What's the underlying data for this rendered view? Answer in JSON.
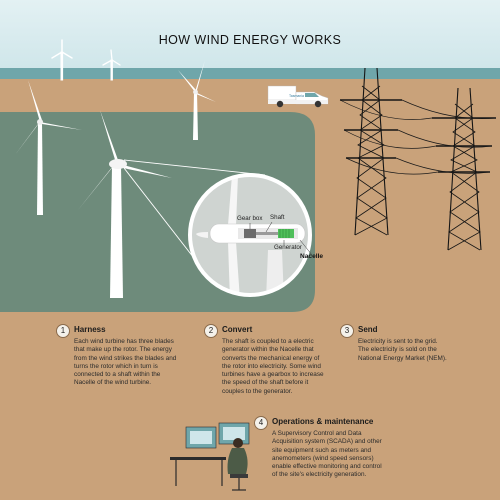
{
  "header": {
    "title": "HOW WIND ENERGY WORKS"
  },
  "truck": {
    "logo": "Tasmania"
  },
  "callout_labels": {
    "gearbox": "Gear box",
    "shaft": "Shaft",
    "generator": "Generator",
    "nacelle": "Nacelle"
  },
  "steps": [
    {
      "number": "1",
      "heading": "Harness",
      "lines": [
        "Each wind turbine has three blades",
        "that make up the rotor. The energy",
        "from the wind strikes the blades and",
        "turns the rotor which in turn is",
        "connected to a shaft within the",
        "Nacelle of the wind turbine."
      ]
    },
    {
      "number": "2",
      "heading": "Convert",
      "lines": [
        "The shaft is coupled to a electric",
        "generator within the Nacelle that",
        "converts the mechanical energy of",
        "the rotor into electricity. Some wind",
        "turbines have a gearbox to increase",
        "the speed of the shaft before it",
        "couples to the generator."
      ]
    },
    {
      "number": "3",
      "heading": "Send",
      "lines": [
        "Electricity is sent to the grid.",
        "The electricity is sold on the",
        "National Energy Market (NEM)."
      ]
    },
    {
      "number": "4",
      "heading": "Operations & maintenance",
      "lines": [
        "A Supervisory Control and Data",
        "Acquisition system (SCADA) and other",
        "site equipment such as meters and",
        "anemometers (wind speed sensors)",
        "enable effective monitoring and control",
        "of the site's electricity generation."
      ]
    }
  ]
}
